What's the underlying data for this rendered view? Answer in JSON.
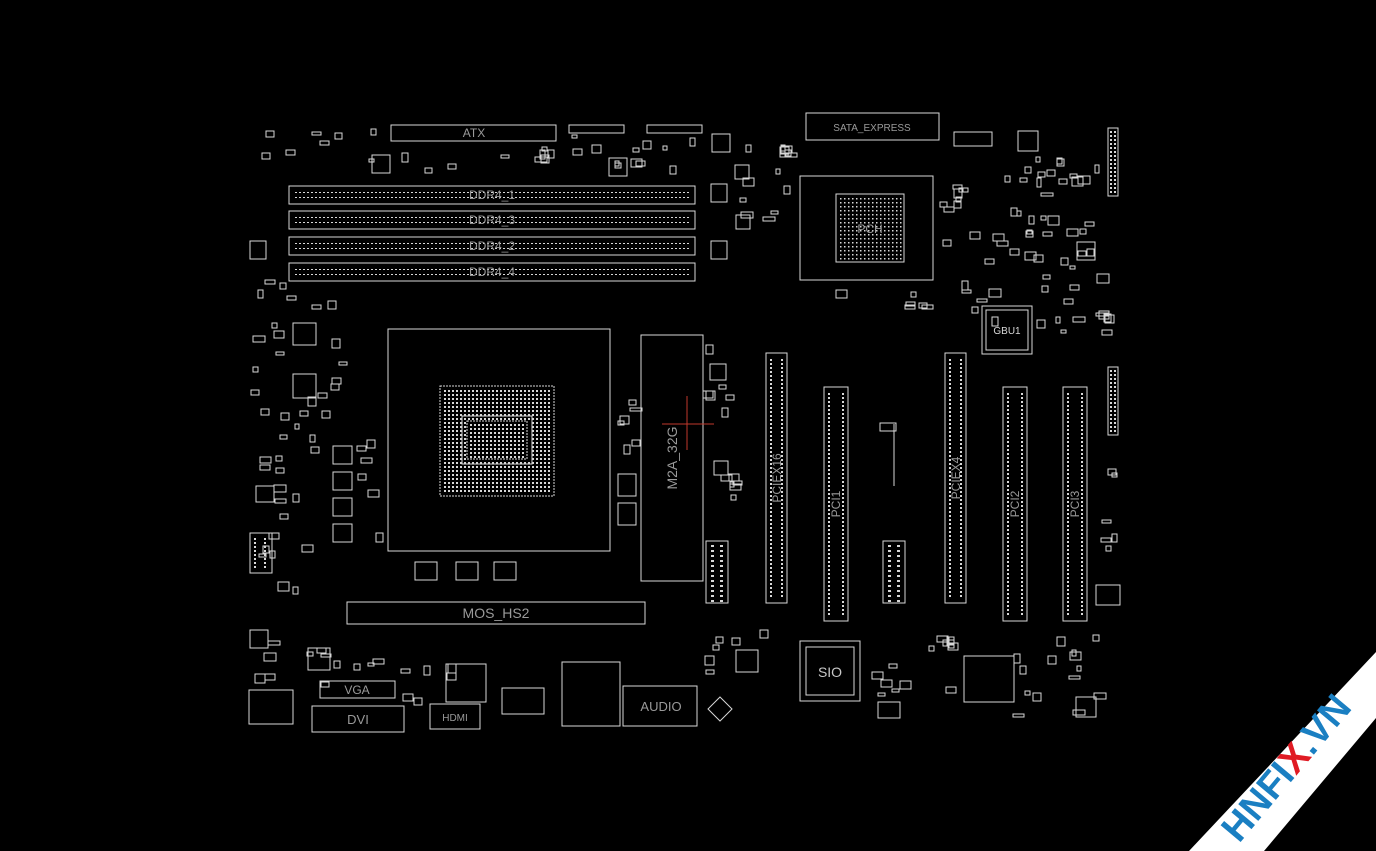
{
  "diagram": {
    "colors": {
      "background": "#000000",
      "outline": "#d8d8d8",
      "label": "#9a9a9a",
      "marker": "#c0392b",
      "watermark_band": "#ffffff",
      "watermark_text": "#1a7fc2",
      "watermark_accent": "#e01b24"
    },
    "labels": {
      "atx": "ATX",
      "sata_express": "SATA_EXPRESS",
      "ddr4_1": "DDR4_1",
      "ddr4_3": "DDR4_3",
      "ddr4_2": "DDR4_2",
      "ddr4_4": "DDR4_4",
      "pch": "PCH",
      "gbu1": "GBU1",
      "m2a": "M2A_32G",
      "pciex16": "PCIEX16",
      "pci1": "PCI1",
      "pciex4": "PCIEX4",
      "pci2": "PCI2",
      "pci3": "PCI3",
      "mos_hs2": "MOS_HS2",
      "sio": "SIO",
      "vga": "VGA",
      "dvi": "DVI",
      "hdmi": "HDMI",
      "audio": "AUDIO"
    },
    "watermark": {
      "text_left": "HNFI",
      "text_accent": "X",
      "text_right": ".VN"
    }
  }
}
